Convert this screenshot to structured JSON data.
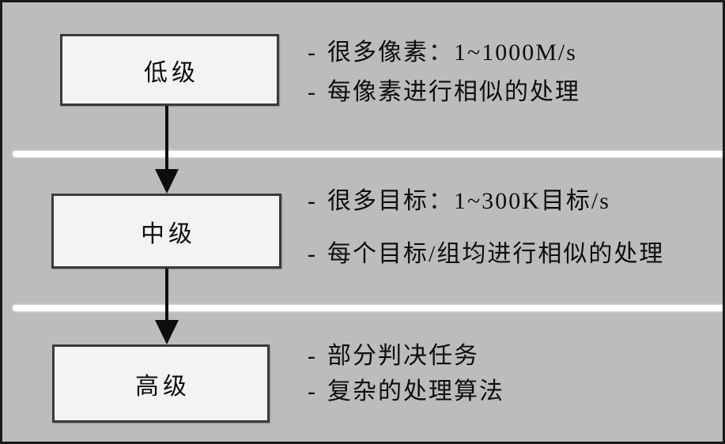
{
  "colors": {
    "background": "#bcbcbc",
    "frame_border": "#1a1a1a",
    "box_fill": "#f3f3f2",
    "box_border": "#3a3a3a",
    "divider": "#ffffff",
    "arrow": "#0d0d0d",
    "text": "#0d0d0d"
  },
  "bullet_prefix": "-",
  "levels": [
    {
      "label": "低级",
      "bullets": [
        "很多像素：1~1000M/s",
        "每像素进行相似的处理"
      ]
    },
    {
      "label": "中级",
      "bullets": [
        "很多目标：1~300K目标/s",
        "每个目标/组均进行相似的处理"
      ]
    },
    {
      "label": "高级",
      "bullets": [
        "部分判决任务",
        "复杂的处理算法"
      ]
    }
  ]
}
